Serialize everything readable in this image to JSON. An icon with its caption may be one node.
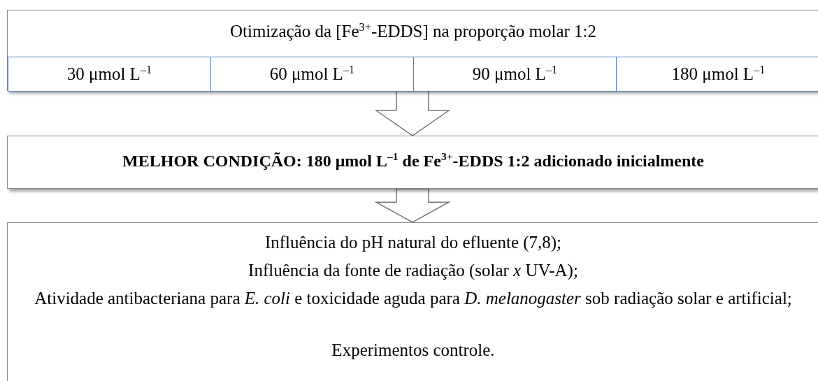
{
  "diagram": {
    "nodes": [
      {
        "text": [
          "Otimização da [Fe$^{3+}$-EDDS] na proporção molar 1:2"
        ]
      },
      {
        "text": [
          "30 μmol L$^{–1}$"
        ],
        "in": 0
      },
      {
        "text": [
          "60 μmol L$^{–1}$"
        ],
        "in": 0
      },
      {
        "text": [
          "90 μmol L$^{–1}$"
        ],
        "in": 0
      },
      {
        "text": [
          "180 μmol L$^{–1}$"
        ],
        "in": 0
      },
      {
        "text": [
          "MELHOR CONDIÇÃO: 180 μmol L$^{–1}$ de Fe$^{3+}$-EDDS 1:2 adicionado inicialmente"
        ]
      },
      {
        "text": [
          "Influência do pH natural do efluente (7,8);",
          "Influência da fonte de radiação (solar *x* UV-A);",
          "Atividade antibacteriana para *E. coli* e toxicidade aguda para *D. melanogaster* sob radiação solar e artificial;",
          "Experimentos controle."
        ]
      }
    ],
    "edges": [
      {
        "from": 0,
        "to": 5,
        "arrow": "to"
      },
      {
        "from": 5,
        "to": 6,
        "arrow": "to"
      }
    ]
  }
}
